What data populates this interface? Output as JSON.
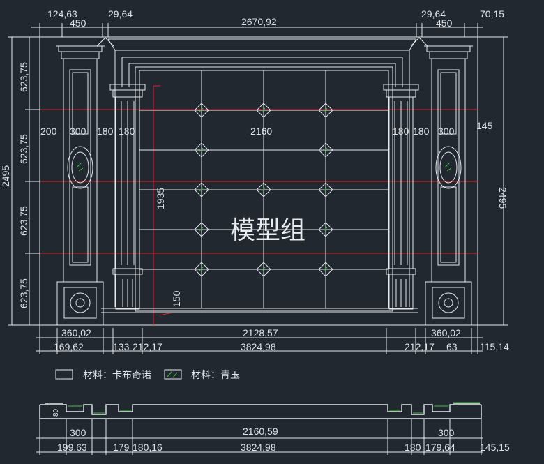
{
  "drawing": {
    "watermark": "模型组",
    "top_dims": {
      "d1": "124,63",
      "d2": "450",
      "d3": "29,64",
      "d4": "2670,92",
      "d5": "29,64",
      "d6": "450",
      "d7": "70,15"
    },
    "left_dims": [
      "623,75",
      "623,75",
      "623,75",
      "623,75"
    ],
    "total_height_left": "2495",
    "total_height_right": "2495",
    "mid_dims": {
      "a": "200",
      "b": "300",
      "c": "180",
      "d": "180",
      "center": "2160",
      "e": "180",
      "f": "180",
      "g": "300",
      "h": "145"
    },
    "inner_height": "1935",
    "base_height": "150",
    "bottom_row1": {
      "l": "360,02",
      "c": "2128,57",
      "r": "360,02"
    },
    "bottom_row2": {
      "l": "169,62",
      "c1": "133",
      "c2": "212,17",
      "c": "3824,98",
      "r1": "212,17",
      "r2": "63",
      "r3": "115,14"
    },
    "legend": {
      "item1": "材料：卡布奇诺",
      "item2": "材料：青玉"
    },
    "section": {
      "height": "80",
      "row1": {
        "l": "300",
        "c": "2160,59",
        "r": "300"
      },
      "row2": {
        "a": "199,63",
        "b": "179",
        "c": "180,16",
        "d": "3824,98",
        "e": "180",
        "f": "179,64",
        "g": "145,15"
      }
    }
  }
}
